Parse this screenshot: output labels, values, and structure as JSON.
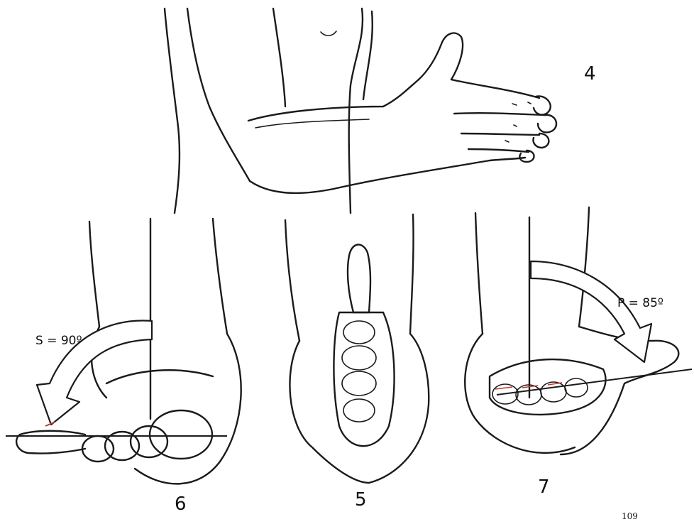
{
  "figure": {
    "labels": {
      "fig4": "4",
      "fig5": "5",
      "fig6": "6",
      "fig7": "7"
    },
    "angles": {
      "supination": "S = 90º",
      "pronation": "P = 85º"
    },
    "page_number": "109",
    "colors": {
      "ink": "#1a1a1a",
      "marker": "#c0392b",
      "paper": "#ffffff"
    }
  }
}
